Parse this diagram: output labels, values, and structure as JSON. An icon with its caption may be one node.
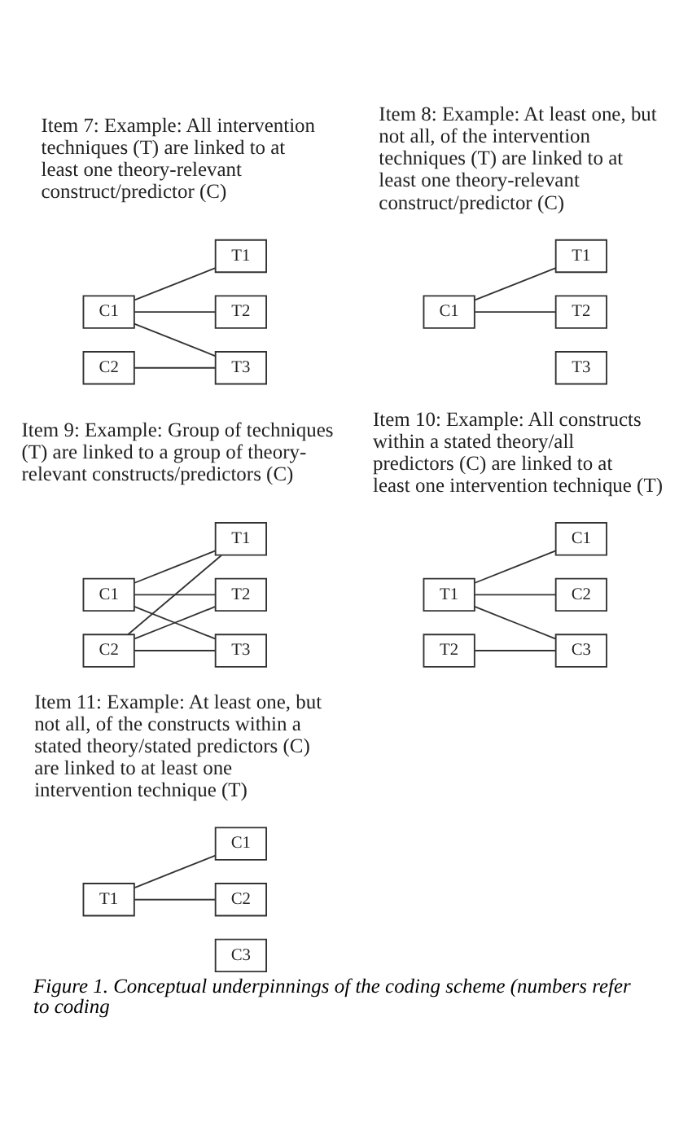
{
  "diagram": {
    "caption": "Figure 1. Conceptual underpinnings of the coding scheme (numbers refer to coding",
    "nodes": [
      {
        "text": [
          "T1"
        ]
      },
      {
        "text": [
          "C1"
        ]
      },
      {
        "text": [
          "T2"
        ]
      },
      {
        "text": [
          "C2"
        ]
      },
      {
        "text": [
          "T3"
        ]
      },
      {
        "text": [
          "T1"
        ]
      },
      {
        "text": [
          "C1"
        ]
      },
      {
        "text": [
          "T2"
        ]
      },
      {
        "text": [
          "T3"
        ]
      },
      {
        "text": [
          "T1"
        ]
      },
      {
        "text": [
          "C1"
        ]
      },
      {
        "text": [
          "T2"
        ]
      },
      {
        "text": [
          "C2"
        ]
      },
      {
        "text": [
          "T3"
        ]
      },
      {
        "text": [
          "C1"
        ]
      },
      {
        "text": [
          "T1"
        ]
      },
      {
        "text": [
          "C2"
        ]
      },
      {
        "text": [
          "T2"
        ]
      },
      {
        "text": [
          "C3"
        ]
      },
      {
        "text": [
          "C1"
        ]
      },
      {
        "text": [
          "T1"
        ]
      },
      {
        "text": [
          "C2"
        ]
      },
      {
        "text": [
          "C3"
        ]
      }
    ],
    "edges": [
      {
        "from": 1,
        "to": 0,
        "arrow": "none"
      },
      {
        "from": 1,
        "to": 2,
        "arrow": "none"
      },
      {
        "from": 1,
        "to": 4,
        "arrow": "none"
      },
      {
        "from": 3,
        "to": 4,
        "arrow": "none"
      },
      {
        "from": 6,
        "to": 5,
        "arrow": "none"
      },
      {
        "from": 6,
        "to": 7,
        "arrow": "none"
      },
      {
        "from": 10,
        "to": 9,
        "arrow": "none"
      },
      {
        "from": 10,
        "to": 11,
        "arrow": "none"
      },
      {
        "from": 10,
        "to": 13,
        "arrow": "none"
      },
      {
        "from": 12,
        "to": 9,
        "arrow": "none"
      },
      {
        "from": 12,
        "to": 11,
        "arrow": "none"
      },
      {
        "from": 12,
        "to": 13,
        "arrow": "none"
      },
      {
        "from": 15,
        "to": 14,
        "arrow": "none"
      },
      {
        "from": 15,
        "to": 16,
        "arrow": "none"
      },
      {
        "from": 15,
        "to": 18,
        "arrow": "none"
      },
      {
        "from": 17,
        "to": 18,
        "arrow": "none"
      },
      {
        "from": 20,
        "to": 19,
        "arrow": "none"
      },
      {
        "from": 20,
        "to": 21,
        "arrow": "none"
      }
    ],
    "labels": [
      "Item 7: Example: All intervention techniques (T) are linked to at least one theory-relevant construct/predictor (C)",
      "Item 8: Example: At least one, but not all, of the intervention techniques (T) are linked to at least one theory-relevant construct/predictor (C)",
      "Item 9: Example: Group of techniques (T) are linked to a group of theory-relevant constructs/predictors (C)",
      "Item 10: Example: All constructs within a stated theory/all predictors (C) are linked to at least one intervention technique (T)",
      "Item 11: Example: At least one, but not all, of the constructs within a stated theory/stated predictors (C) are linked to at least one intervention technique (T)"
    ]
  }
}
